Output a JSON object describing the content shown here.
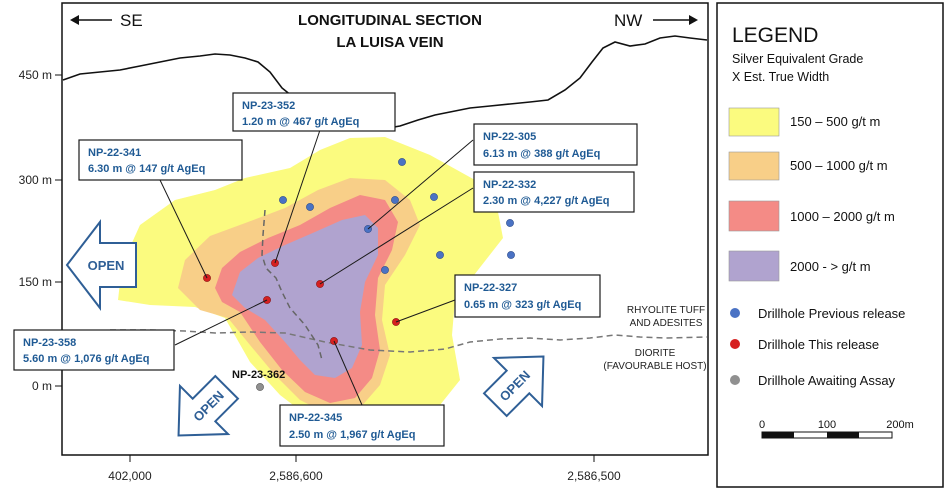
{
  "title": {
    "line1": "LONGITUDINAL SECTION",
    "line2": "LA LUISA VEIN"
  },
  "directions": {
    "left": "SE",
    "right": "NW"
  },
  "elevation_labels": [
    "450 m",
    "300 m",
    "150 m",
    "0 m"
  ],
  "easting_labels": [
    "402,000",
    "2,586,600",
    "2,586,500"
  ],
  "geology": {
    "upper": "RHYOLITE TUFF AND ADESITES",
    "lower": "DIORITE (FAVOURABLE HOST)"
  },
  "open_label": "OPEN",
  "awaiting_drillhole": "NP-23-362",
  "callouts": [
    {
      "id": "NP-23-352",
      "value": "1.20 m @ 467 g/t AgEq"
    },
    {
      "id": "NP-22-341",
      "value": "6.30 m @ 147 g/t AgEq"
    },
    {
      "id": "NP-22-305",
      "value": "6.13 m @ 388 g/t AgEq"
    },
    {
      "id": "NP-22-332",
      "value": "2.30 m @ 4,227 g/t AgEq"
    },
    {
      "id": "NP-22-327",
      "value": "0.65 m @ 323 g/t AgEq"
    },
    {
      "id": "NP-23-358",
      "value": "5.60 m @ 1,076 g/t AgEq"
    },
    {
      "id": "NP-22-345",
      "value": "2.50 m @ 1,967 g/t AgEq"
    }
  ],
  "legend": {
    "title": "LEGEND",
    "subtitle1": "Silver Equivalent Grade",
    "subtitle2": "X Est. True Width",
    "grades": [
      {
        "label": "150 – 500 g/t m",
        "color": "#fbfb7f"
      },
      {
        "label": "500 – 1000 g/t m",
        "color": "#f8cf88"
      },
      {
        "label": "1000 – 2000 g/t m",
        "color": "#f48b86"
      },
      {
        "label": "2000 - > g/t m",
        "color": "#b0a3cf"
      }
    ],
    "drillholes": [
      {
        "label": "Drillhole Previous release",
        "color": "#4a72c4"
      },
      {
        "label": "Drillhole This release",
        "color": "#d62020"
      },
      {
        "label": "Drillhole Awaiting Assay",
        "color": "#909090"
      }
    ],
    "scale": {
      "ticks": [
        "0",
        "100",
        "200m"
      ]
    }
  }
}
